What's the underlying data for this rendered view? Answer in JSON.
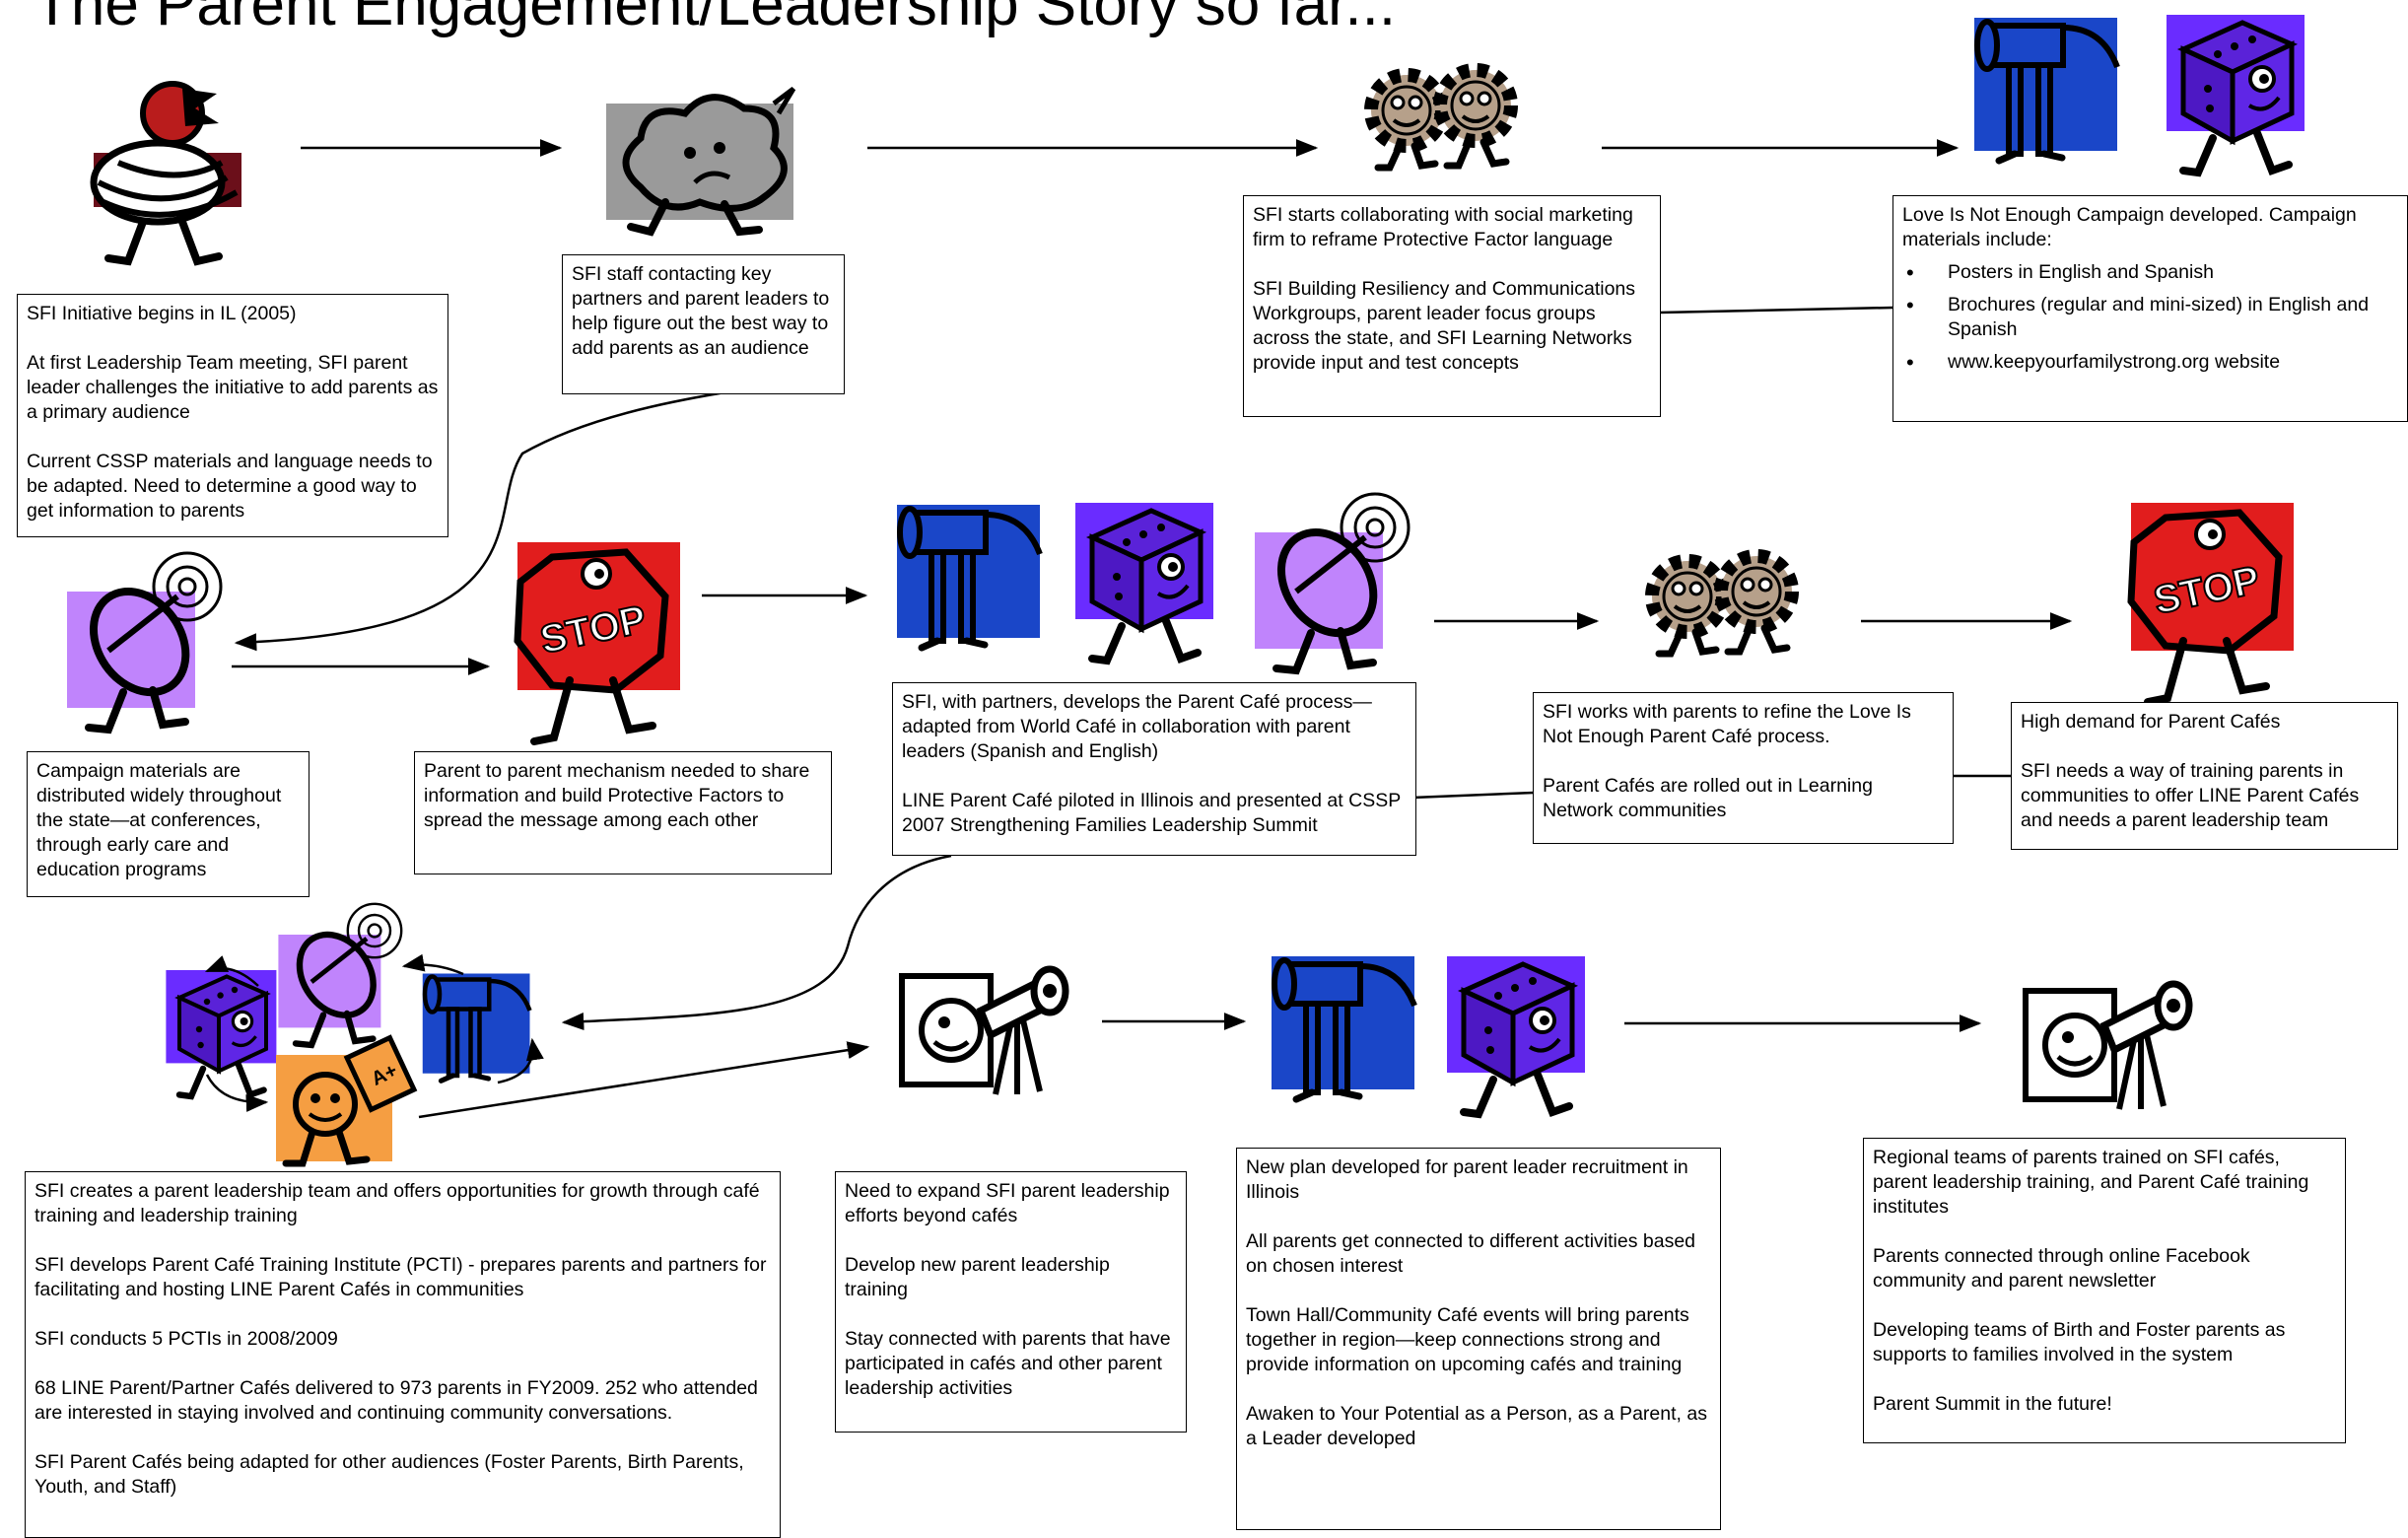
{
  "title": "The Parent Engagement/Leadership Story so far...",
  "colors": {
    "purple": "#c084fc",
    "violet": "#6a2cff",
    "blue": "#1a46c8",
    "gray": "#9a9a9a",
    "red": "#e11d1d",
    "orange": "#f59e42",
    "tan": "#b6a08a",
    "maroon": "#6b0f1a"
  },
  "icons": [
    "bird-nest-icon",
    "storm-cloud-icon",
    "gears-icon",
    "hammer-icon",
    "cube-icon",
    "satellite-dish-icon",
    "stop-sign-icon",
    "report-card-icon",
    "telescope-icon"
  ],
  "boxes": {
    "b1": [
      "SFI Initiative begins in IL (2005)",
      "At first Leadership Team meeting, SFI parent leader challenges the initiative to add parents as a primary audience",
      "Current CSSP materials and language needs to be adapted. Need to determine a good way to get information to parents"
    ],
    "b2": [
      "SFI staff contacting key partners and parent leaders to help figure out the best way to add parents as an audience"
    ],
    "b3": [
      "SFI starts collaborating with social marketing firm to reframe Protective Factor language",
      "SFI Building Resiliency and Communications Workgroups, parent leader focus groups across the state, and SFI Learning Networks provide input and test concepts"
    ],
    "b4_intro": "Love Is Not Enough Campaign developed.  Campaign materials include:",
    "b4_items": [
      "Posters in English and Spanish",
      "Brochures (regular and mini-sized) in English and Spanish",
      "www.keepyourfamilystrong.org website"
    ],
    "b5": [
      "Campaign materials are distributed widely throughout the state—at conferences, through early care and education programs"
    ],
    "b6": [
      "Parent to parent mechanism needed to share information and build Protective Factors to spread the message among each other"
    ],
    "b7": [
      "SFI, with partners, develops the Parent Café process—adapted from World Café in collaboration with parent leaders (Spanish and English)",
      "LINE Parent Café piloted in Illinois and presented at CSSP 2007 Strengthening Families Leadership Summit"
    ],
    "b8": [
      "SFI works with parents to refine the Love Is Not Enough Parent Café process.",
      "Parent Cafés are rolled out in Learning Network communities"
    ],
    "b9": [
      "High demand for Parent Cafés",
      "SFI needs a way of training parents in communities to offer LINE Parent Cafés and needs a parent leadership team"
    ],
    "b10": [
      "SFI creates a parent leadership team and offers opportunities for growth through café training and leadership training",
      "SFI develops Parent Café Training Institute (PCTI) - prepares parents and partners for facilitating and hosting LINE Parent Cafés in communities",
      "SFI conducts 5 PCTIs in 2008/2009",
      "68 LINE Parent/Partner Cafés delivered to 973 parents in FY2009. 252 who attended are interested in staying involved and continuing community conversations.",
      "SFI Parent Cafés being adapted for other audiences (Foster Parents, Birth Parents, Youth, and Staff)"
    ],
    "b11": [
      "Need to expand SFI parent leadership efforts beyond cafés",
      "Develop new parent leadership training",
      "Stay connected with parents that have participated in cafés and other parent leadership activities"
    ],
    "b12": [
      "New plan developed for parent leader recruitment in Illinois",
      "All parents get connected to different activities based on chosen interest",
      "Town Hall/Community Café events will bring parents together in region—keep connections strong and provide information on upcoming cafés and training",
      "Awaken to Your Potential as a Person, as a Parent, as a Leader developed"
    ],
    "b13": [
      "Regional teams of parents trained on SFI cafés, parent leadership training, and Parent Café training institutes",
      "Parents connected through online Facebook community and parent newsletter",
      "Developing teams of Birth and Foster parents as supports to families involved in the system",
      "Parent Summit in the future!"
    ]
  },
  "stop_text": "STOP"
}
